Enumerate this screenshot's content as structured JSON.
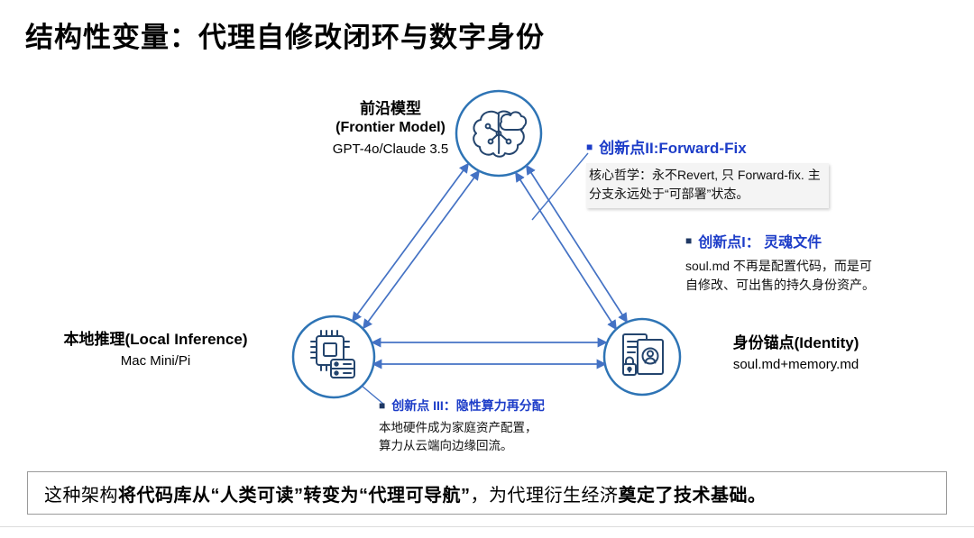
{
  "title": "结构性变量：代理自修改闭环与数字身份",
  "nodes": {
    "frontier": {
      "title": "前沿模型",
      "subtitle": "(Frontier Model)",
      "detail": "GPT-4o/Claude 3.5",
      "icon": "brain-cloud-icon"
    },
    "local": {
      "title": "本地推理(Local Inference)",
      "detail": "Mac Mini/Pi",
      "icon": "chip-server-icon"
    },
    "identity": {
      "title": "身份锚点(Identity)",
      "detail": "soul.md+memory.md",
      "icon": "id-document-lock-icon"
    }
  },
  "annotations": {
    "forward_fix": {
      "bullet": "■",
      "title": "创新点II:Forward-Fix",
      "body": [
        "核心哲学：永不Revert, 只 Forward-fix. 主",
        "分支永远处于“可部署”状态。"
      ]
    },
    "soul_file": {
      "bullet": "■",
      "title": "创新点I： 灵魂文件",
      "body": [
        "soul.md 不再是配置代码，而是可",
        "自修改、可出售的持久身份资产。"
      ]
    },
    "compute": {
      "bullet": "■",
      "title": "创新点 III：隐性算力再分配",
      "body": [
        "本地硬件成为家庭资产配置，",
        "算力从云端向边缘回流。"
      ]
    }
  },
  "footer": {
    "lead": "这种架构",
    "strong1": "将代码库从“人类可读”转变为“代理可导航”",
    "mid": "，为代理衍生经济",
    "strong2": "奠定了技术基础。"
  },
  "colors": {
    "accent_blue": "#1d3dc8",
    "arrow_blue": "#4472C4",
    "circle_stroke": "#2E74B5",
    "bullet_navy": "#1F3864",
    "icon_stroke": "#24456E"
  }
}
